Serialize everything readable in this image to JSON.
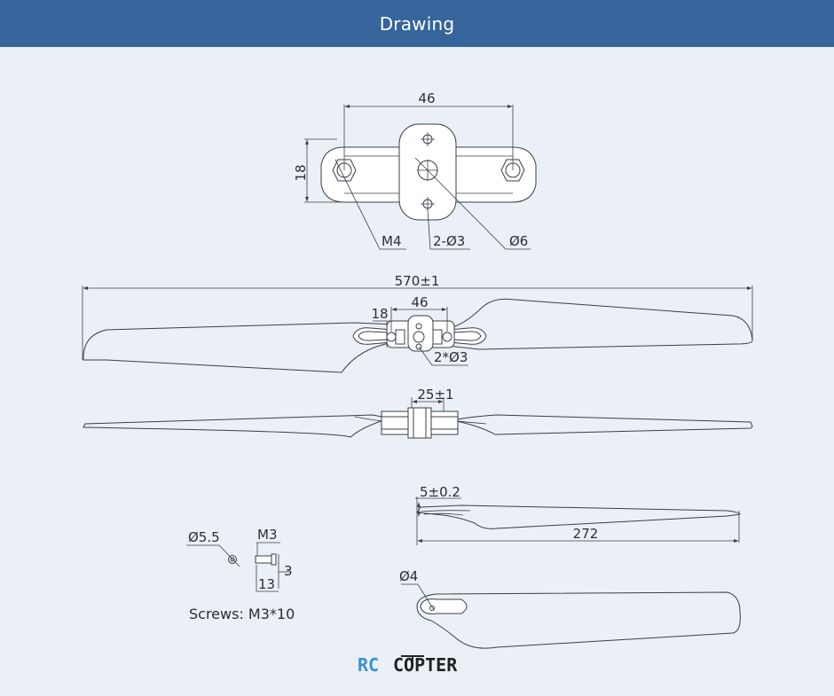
{
  "header": {
    "title": "Drawing"
  },
  "hub_view": {
    "dim_width": "46",
    "dim_height": "18",
    "callout_bolt": "M4",
    "callout_holes": "2-Ø3",
    "callout_center": "Ø6"
  },
  "top_view": {
    "dim_span": "570±1",
    "dim_hub_width": "46",
    "dim_hub_height": "18",
    "callout_holes": "2*Ø3"
  },
  "side_view": {
    "dim_height": "25±1"
  },
  "blade_side": {
    "dim_thickness": "5±0.2",
    "dim_length": "272"
  },
  "blade_root": {
    "callout_hole": "Ø4"
  },
  "screw": {
    "dim_head": "Ø5.5",
    "dim_thread": "M3",
    "dim_head_thickness": "3",
    "dim_length": "13",
    "caption": "Screws: M3*10"
  },
  "logo": {
    "part1": "RC",
    "part2": "COPTER"
  }
}
